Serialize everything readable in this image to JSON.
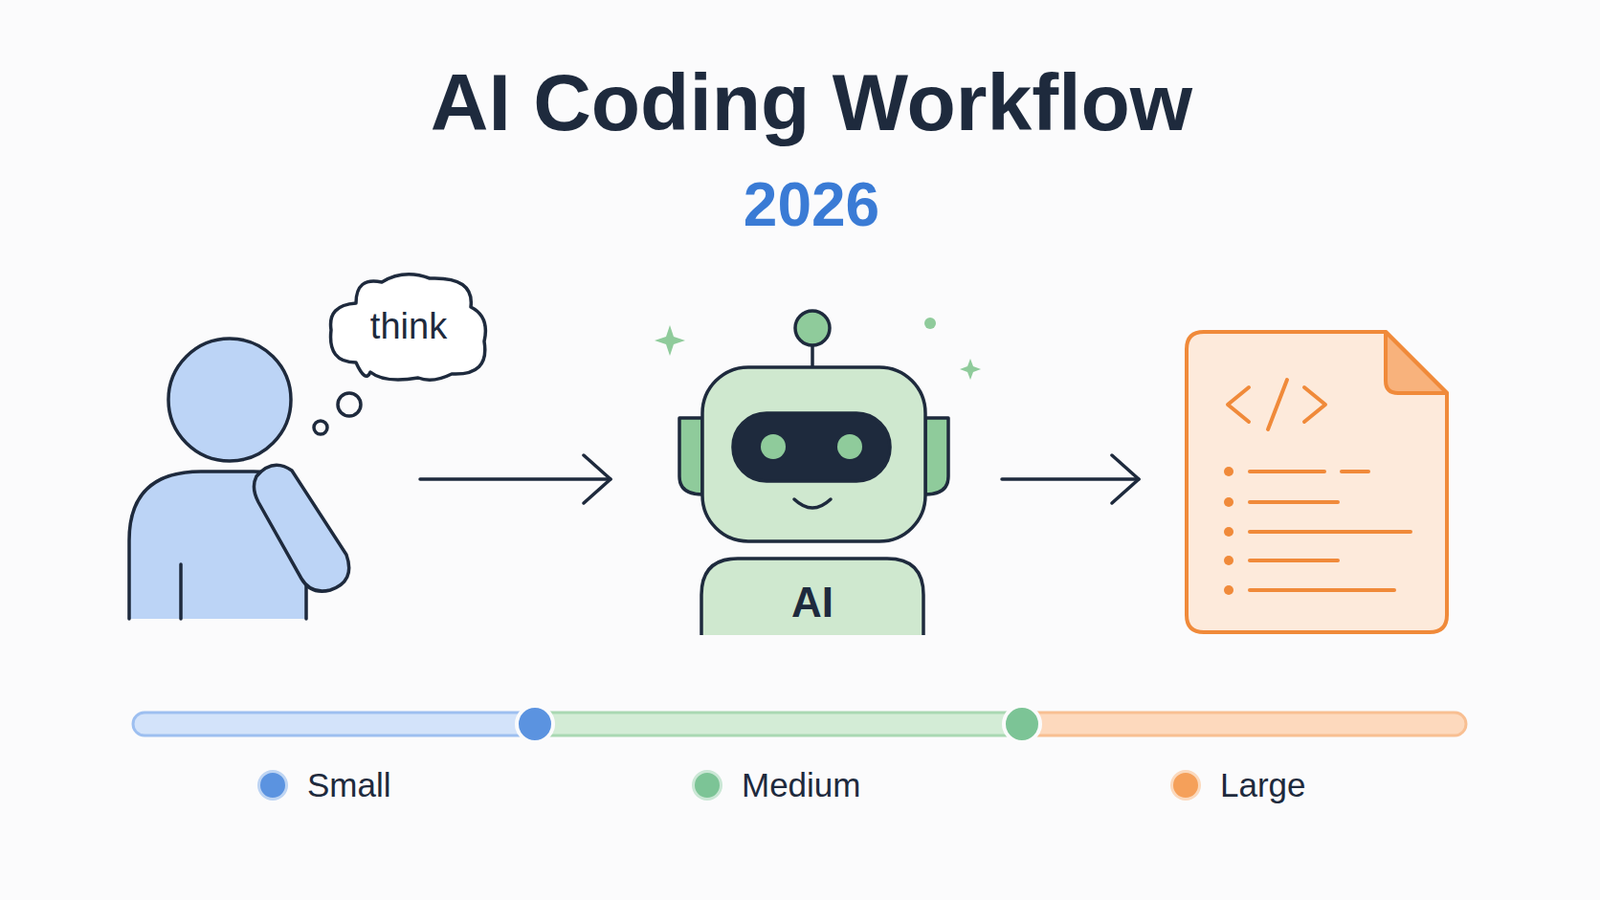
{
  "diagram": {
    "title": "AI Coding Workflow",
    "nodes": [
      {
        "text": [
          "think"
        ]
      },
      {
        "text": [
          "AI"
        ]
      }
    ],
    "labels": [
      "2026"
    ],
    "legend": [
      {
        "text": "Small",
        "color": "#5b93e0"
      },
      {
        "text": "Medium",
        "color": "#7cc496"
      },
      {
        "text": "Large",
        "color": "#f5a05a"
      }
    ]
  }
}
